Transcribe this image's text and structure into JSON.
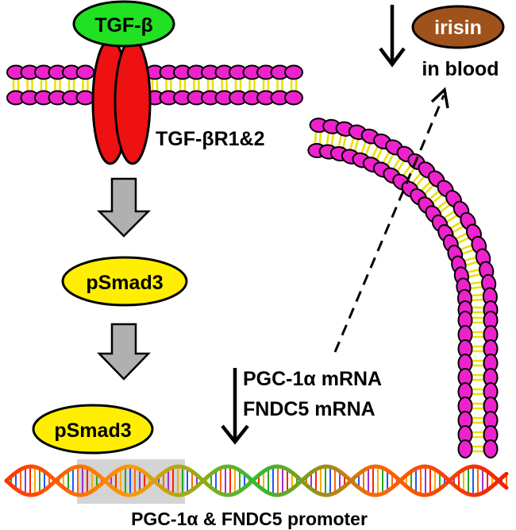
{
  "labels": {
    "tgf_beta": "TGF-β",
    "receptor": "TGF-βR1&2",
    "psmad3_cytoplasm": "pSmad3",
    "psmad3_nucleus": "pSmad3",
    "irisin": "irisin",
    "in_blood": "in blood",
    "mrna_line1": "PGC-1α mRNA",
    "mrna_line2": "FNDC5 mRNA",
    "promoter": "PGC-1α & FNDC5 promoter"
  },
  "colors": {
    "tgf_ligand": "#22e022",
    "receptor": "#ee1111",
    "smad": "#ffee00",
    "irisin": "#a0521d",
    "lipid_head": "#ee22cc",
    "lipid_tail": "#e8e000",
    "transport_arrow": "#b0b0b0",
    "promoter_box": "#cccccc"
  }
}
